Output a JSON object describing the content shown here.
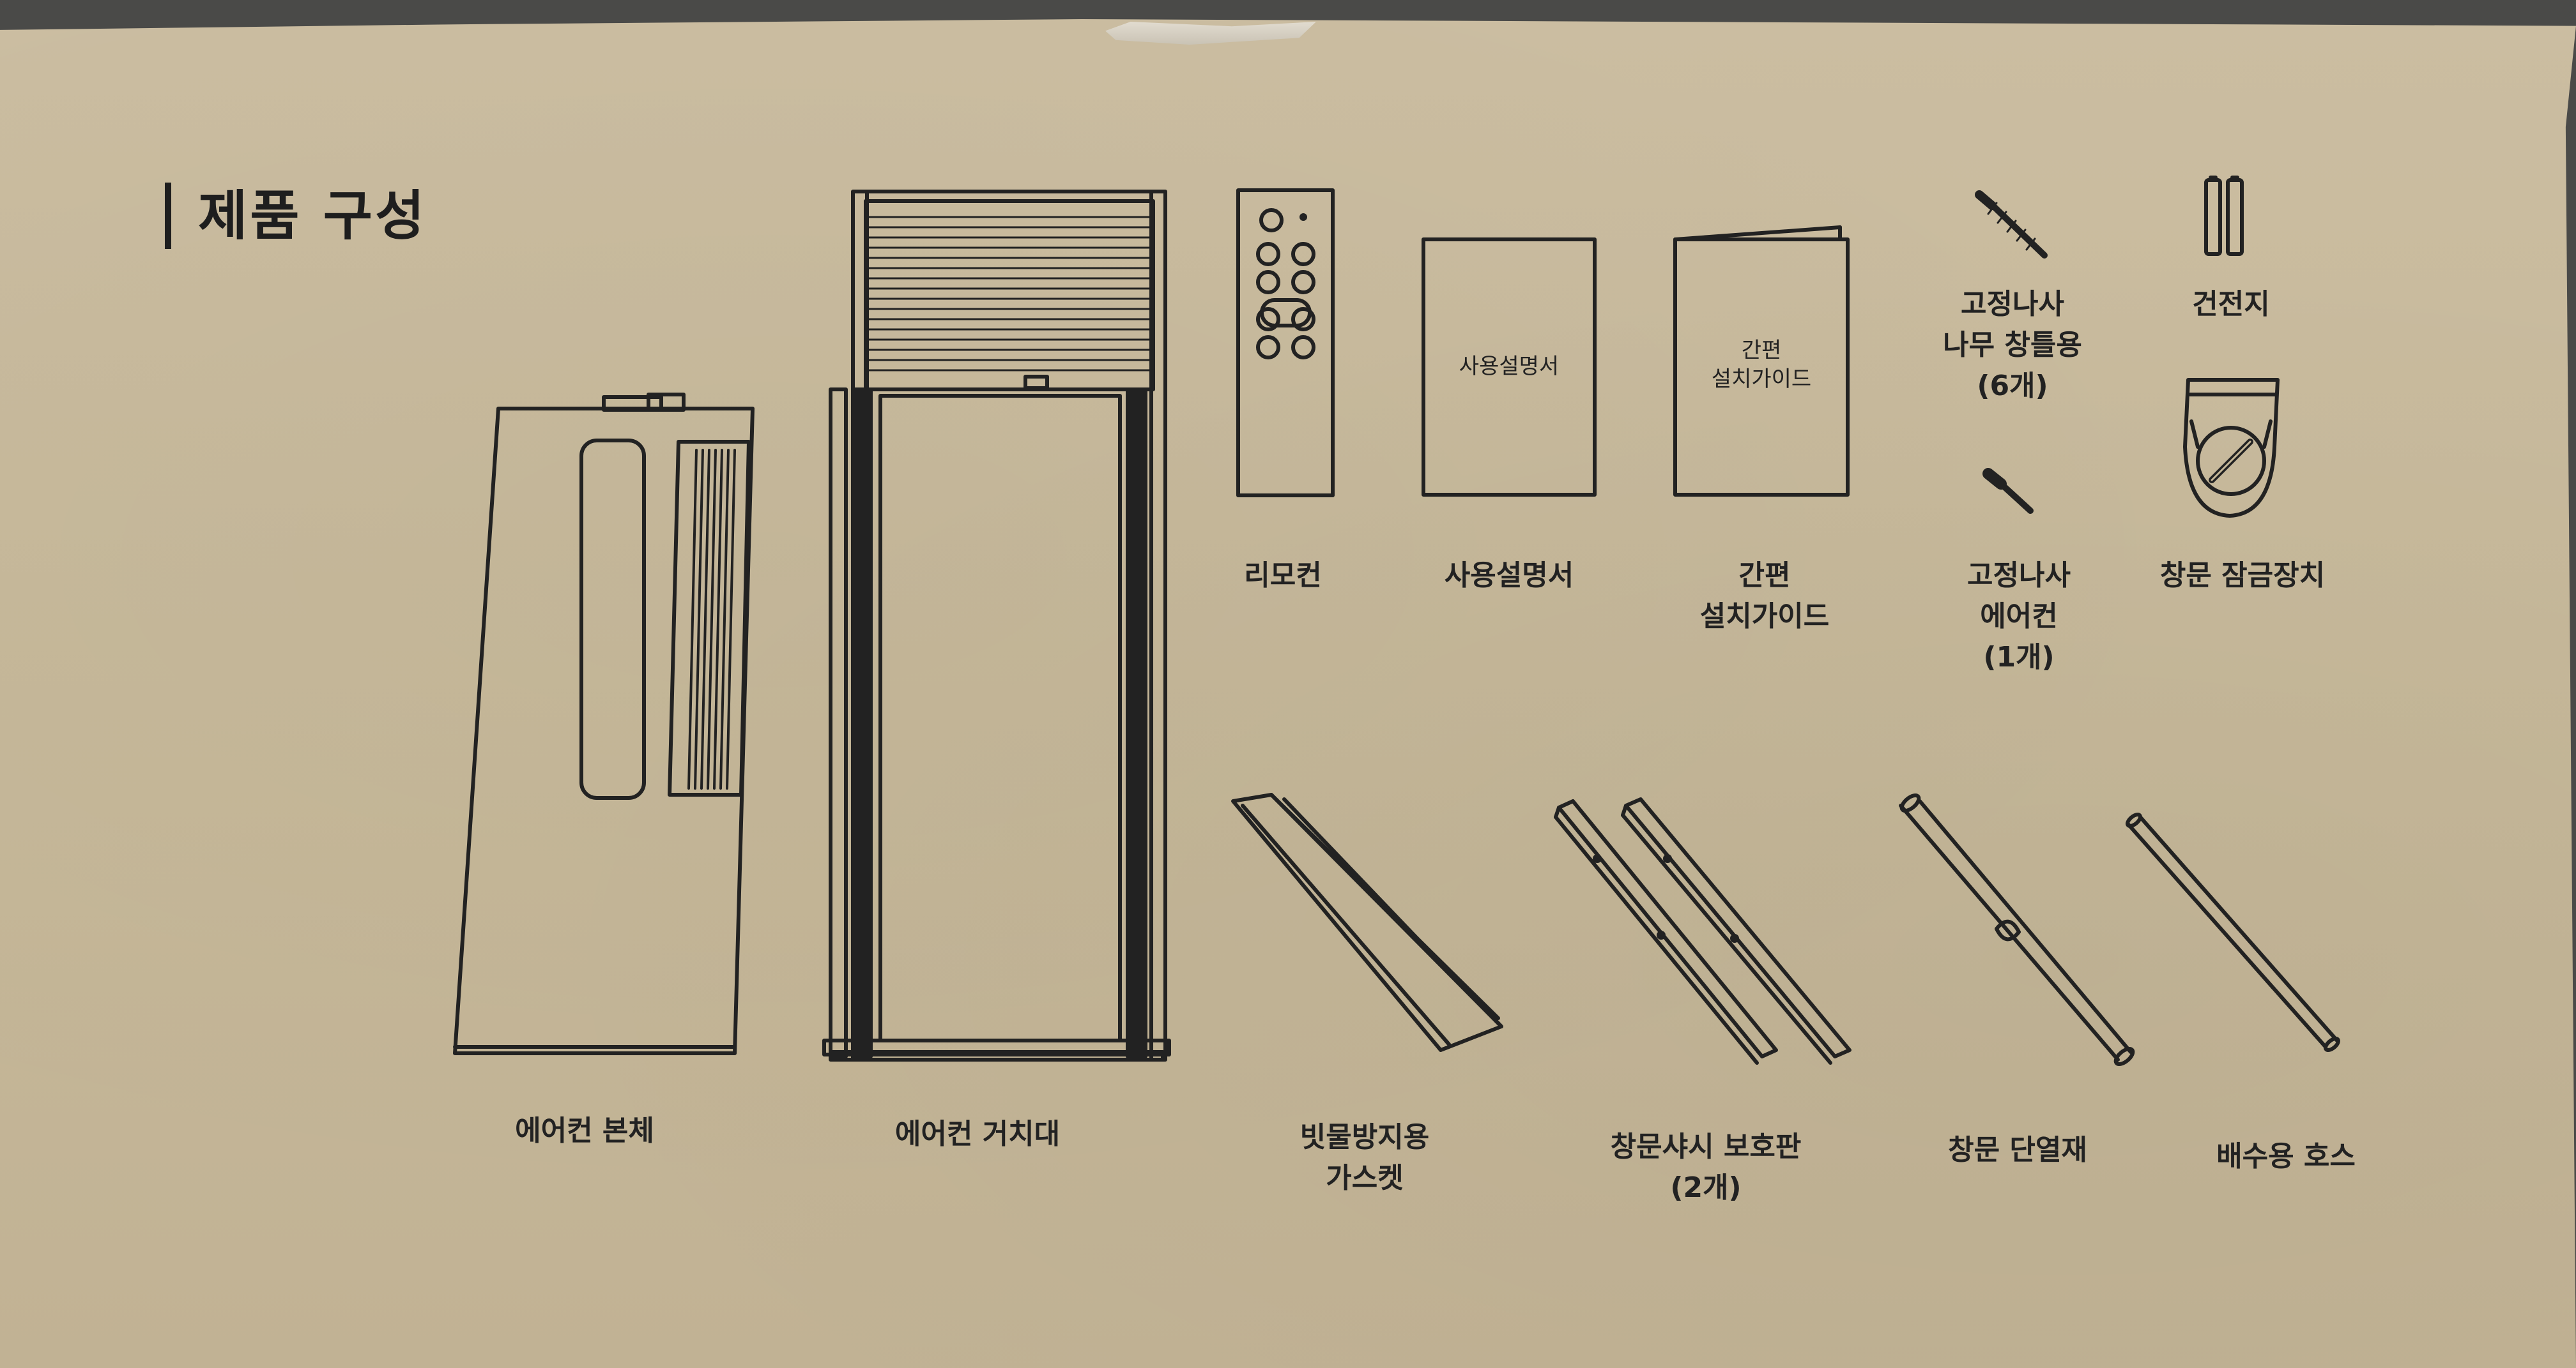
{
  "title": "제품 구성",
  "items": {
    "unit": "에어컨 본체",
    "stand": "에어컨 거치대",
    "remote": "리모컨",
    "manual": "사용설명서",
    "guide": [
      "간편",
      "설치가이드"
    ],
    "screw_wood": [
      "고정나사",
      "나무 창틀용",
      "(6개)"
    ],
    "battery": "건전지",
    "screw_ac": [
      "고정나사",
      "에어컨",
      "(1개)"
    ],
    "lock": "창문 잠금장치",
    "gasket": [
      "빗물방지용",
      "가스켓"
    ],
    "sash_guard": [
      "창문샤시 보호판",
      "(2개)"
    ],
    "insulation": "창문 단열재",
    "hose": "배수용 호스"
  },
  "booklets": {
    "manual_cover": "사용설명서",
    "guide_cover": [
      "간편",
      "설치가이드"
    ]
  },
  "colors": {
    "cardboard": "#c8ba9d",
    "ink": "#222222"
  }
}
